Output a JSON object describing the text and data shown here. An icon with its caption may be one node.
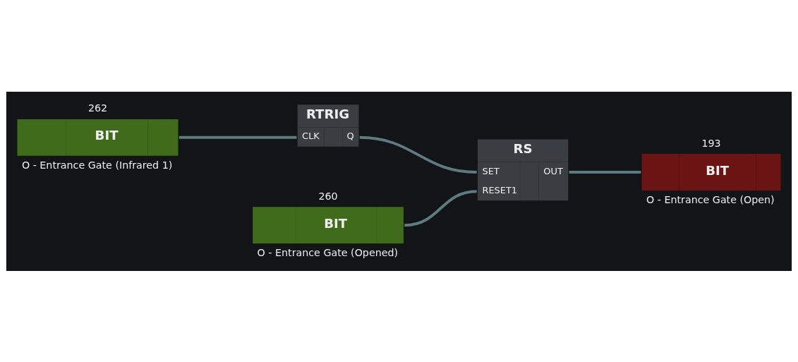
{
  "diagram": {
    "nodes": [
      {
        "text": [
          "BIT"
        ],
        "beside": [
          "262",
          "O - Entrance Gate (Infrared 1)"
        ]
      },
      {
        "text": [
          "RTRIG",
          "CLK",
          "Q"
        ]
      },
      {
        "text": [
          "BIT"
        ],
        "beside": [
          "193",
          "O - Entrance Gate (Open)"
        ]
      },
      {
        "text": [
          "RS",
          "SET",
          "RESET1",
          "OUT"
        ]
      },
      {
        "text": [
          "BIT"
        ],
        "beside": [
          "260",
          "O - Entrance Gate (Opened)"
        ]
      }
    ],
    "edges": [
      {
        "from": 0,
        "to": 1,
        "arrow": "none"
      },
      {
        "from": 1,
        "to": 3,
        "arrow": "none"
      },
      {
        "from": 4,
        "to": 3,
        "arrow": "none"
      },
      {
        "from": 3,
        "to": 2,
        "arrow": "none"
      }
    ]
  }
}
